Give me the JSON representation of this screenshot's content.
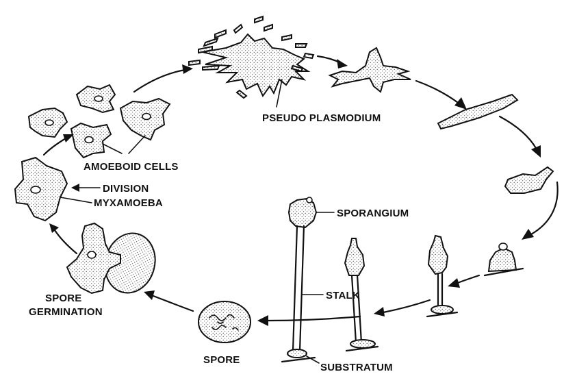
{
  "diagram": {
    "labels": {
      "pseudo_plasmodium": "PSEUDO PLASMODIUM",
      "amoeboid_cells": "AMOEBOID CELLS",
      "division": "DIVISION",
      "myxamoeba": "MYXAMOEBA",
      "sporangium": "SPORANGIUM",
      "stalk": "STALK",
      "spore_germination_line1": "SPORE",
      "spore_germination_line2": "GERMINATION",
      "spore": "SPORE",
      "substratum": "SUBSTRATUM"
    },
    "colors": {
      "ink": "#111111",
      "background": "#ffffff"
    }
  }
}
